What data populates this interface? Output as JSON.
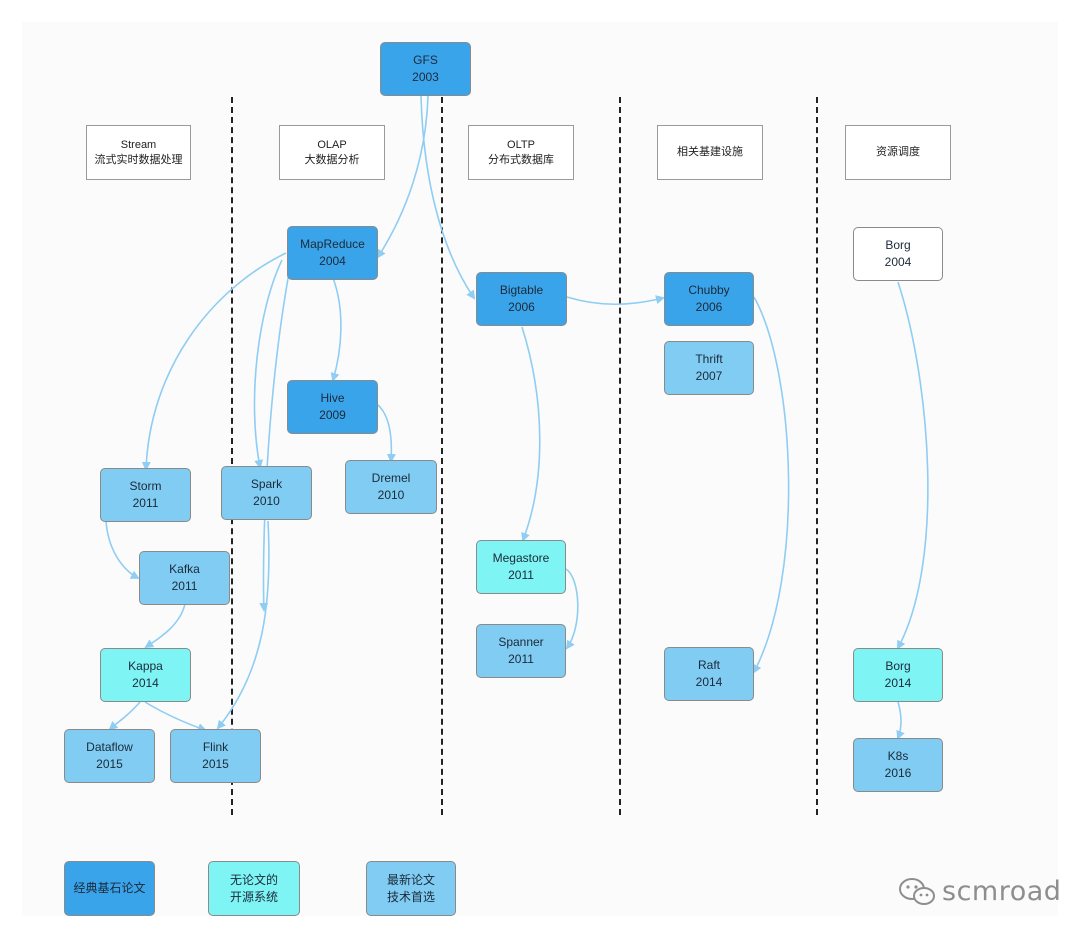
{
  "colors": {
    "classic": "#3aa4ea",
    "open_source": "#7ef4f4",
    "latest": "#80ccf2",
    "plain": "#ffffff",
    "arrow": "#8fcdf3",
    "divider": "#222222"
  },
  "categories": [
    {
      "line1": "Stream",
      "line2": "流式实时数据处理"
    },
    {
      "line1": "OLAP",
      "line2": "大数据分析"
    },
    {
      "line1": "OLTP",
      "line2": "分布式数据库"
    },
    {
      "line1": "相关基建设施",
      "line2": ""
    },
    {
      "line1": "资源调度",
      "line2": ""
    }
  ],
  "nodes": {
    "gfs": {
      "name": "GFS",
      "year": "2003"
    },
    "mapreduce": {
      "name": "MapReduce",
      "year": "2004"
    },
    "bigtable": {
      "name": "Bigtable",
      "year": "2006"
    },
    "chubby": {
      "name": "Chubby",
      "year": "2006"
    },
    "thrift": {
      "name": "Thrift",
      "year": "2007"
    },
    "borg2004": {
      "name": "Borg",
      "year": "2004"
    },
    "hive": {
      "name": "Hive",
      "year": "2009"
    },
    "dremel": {
      "name": "Dremel",
      "year": "2010"
    },
    "storm": {
      "name": "Storm",
      "year": "2011"
    },
    "spark": {
      "name": "Spark",
      "year": "2010"
    },
    "kafka": {
      "name": "Kafka",
      "year": "2011"
    },
    "megastore": {
      "name": "Megastore",
      "year": "2011"
    },
    "spanner": {
      "name": "Spanner",
      "year": "2011"
    },
    "kappa": {
      "name": "Kappa",
      "year": "2014"
    },
    "raft": {
      "name": "Raft",
      "year": "2014"
    },
    "borg2014": {
      "name": "Borg",
      "year": "2014"
    },
    "dataflow": {
      "name": "Dataflow",
      "year": "2015"
    },
    "flink": {
      "name": "Flink",
      "year": "2015"
    },
    "k8s": {
      "name": "K8s",
      "year": "2016"
    }
  },
  "legend": [
    {
      "line1": "经典基石论文",
      "line2": ""
    },
    {
      "line1": "无论文的",
      "line2": "开源系统"
    },
    {
      "line1": "最新论文",
      "line2": "技术首选"
    }
  ],
  "watermark": {
    "text": "scmroad",
    "icon": "wechat-icon"
  }
}
